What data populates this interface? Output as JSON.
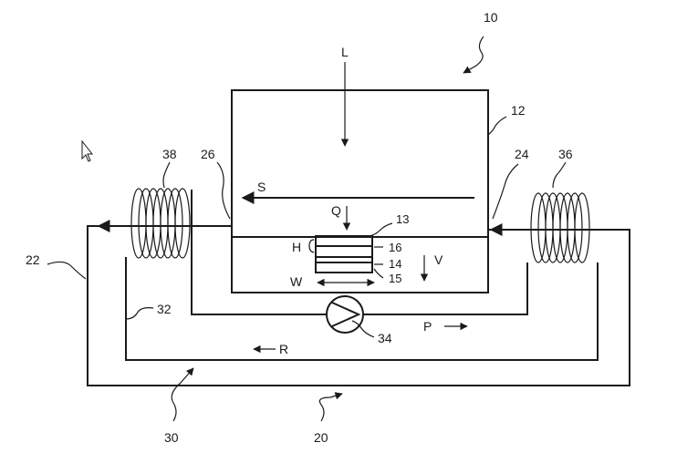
{
  "refs": {
    "r10": "10",
    "r12": "12",
    "r13": "13",
    "r14": "14",
    "r15": "15",
    "r16": "16",
    "r20": "20",
    "r22": "22",
    "r24": "24",
    "r26": "26",
    "r30": "30",
    "r32": "32",
    "r34": "34",
    "r36": "36",
    "r38": "38"
  },
  "letters": {
    "L": "L",
    "S": "S",
    "Q": "Q",
    "H": "H",
    "V": "V",
    "W": "W",
    "P": "P",
    "R": "R"
  },
  "colors": {
    "ink": "#1a1a1a",
    "background": "#ffffff"
  }
}
